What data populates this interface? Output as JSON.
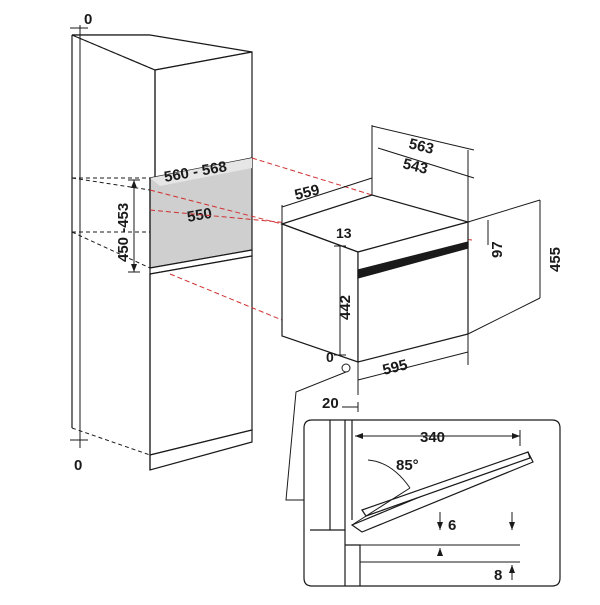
{
  "cabinet": {
    "top_zero": "0",
    "bottom_zero": "0",
    "niche_depth": "560 - 568",
    "niche_inner_depth": "550",
    "niche_height": "450 -453"
  },
  "oven": {
    "total_depth": "563",
    "body_depth": "543",
    "top_depth": "559",
    "top_offset": "13",
    "front_height": "97",
    "total_height": "455",
    "body_height": "442",
    "bottom_zero": "0",
    "width": "595",
    "side_gap": "20"
  },
  "detail": {
    "door_depth": "340",
    "door_angle": "85°",
    "door_gap": "6",
    "floor_gap": "8"
  },
  "colors": {
    "line": "#1a1a1a",
    "hidden_line": "#1a1a1a",
    "projection_line": "#d03030",
    "niche_fill": "#cfcfcf",
    "shadow_fill": "#e6e6e6"
  }
}
